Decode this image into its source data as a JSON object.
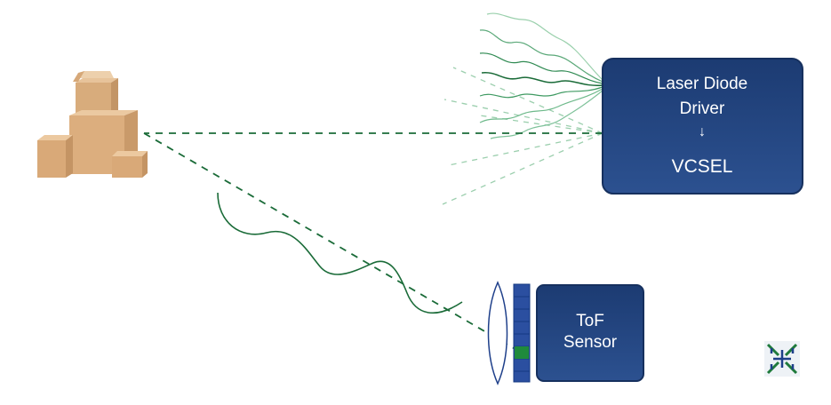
{
  "driver_box": {
    "line1": "Laser Diode",
    "line2": "Driver",
    "arrow": "↓",
    "vcsel": "VCSEL"
  },
  "tof_box": {
    "line1": "ToF",
    "line2": "Sensor"
  },
  "icons": [
    "boxes-icon",
    "logo-icon"
  ],
  "colors": {
    "box_fill": "#1f3f77",
    "box_border": "#16305e",
    "beam": "#1a6b38",
    "faint_beam": "#8cc7a0",
    "lens": "#1e3f8a",
    "pixel_active": "#1f8a3c"
  }
}
